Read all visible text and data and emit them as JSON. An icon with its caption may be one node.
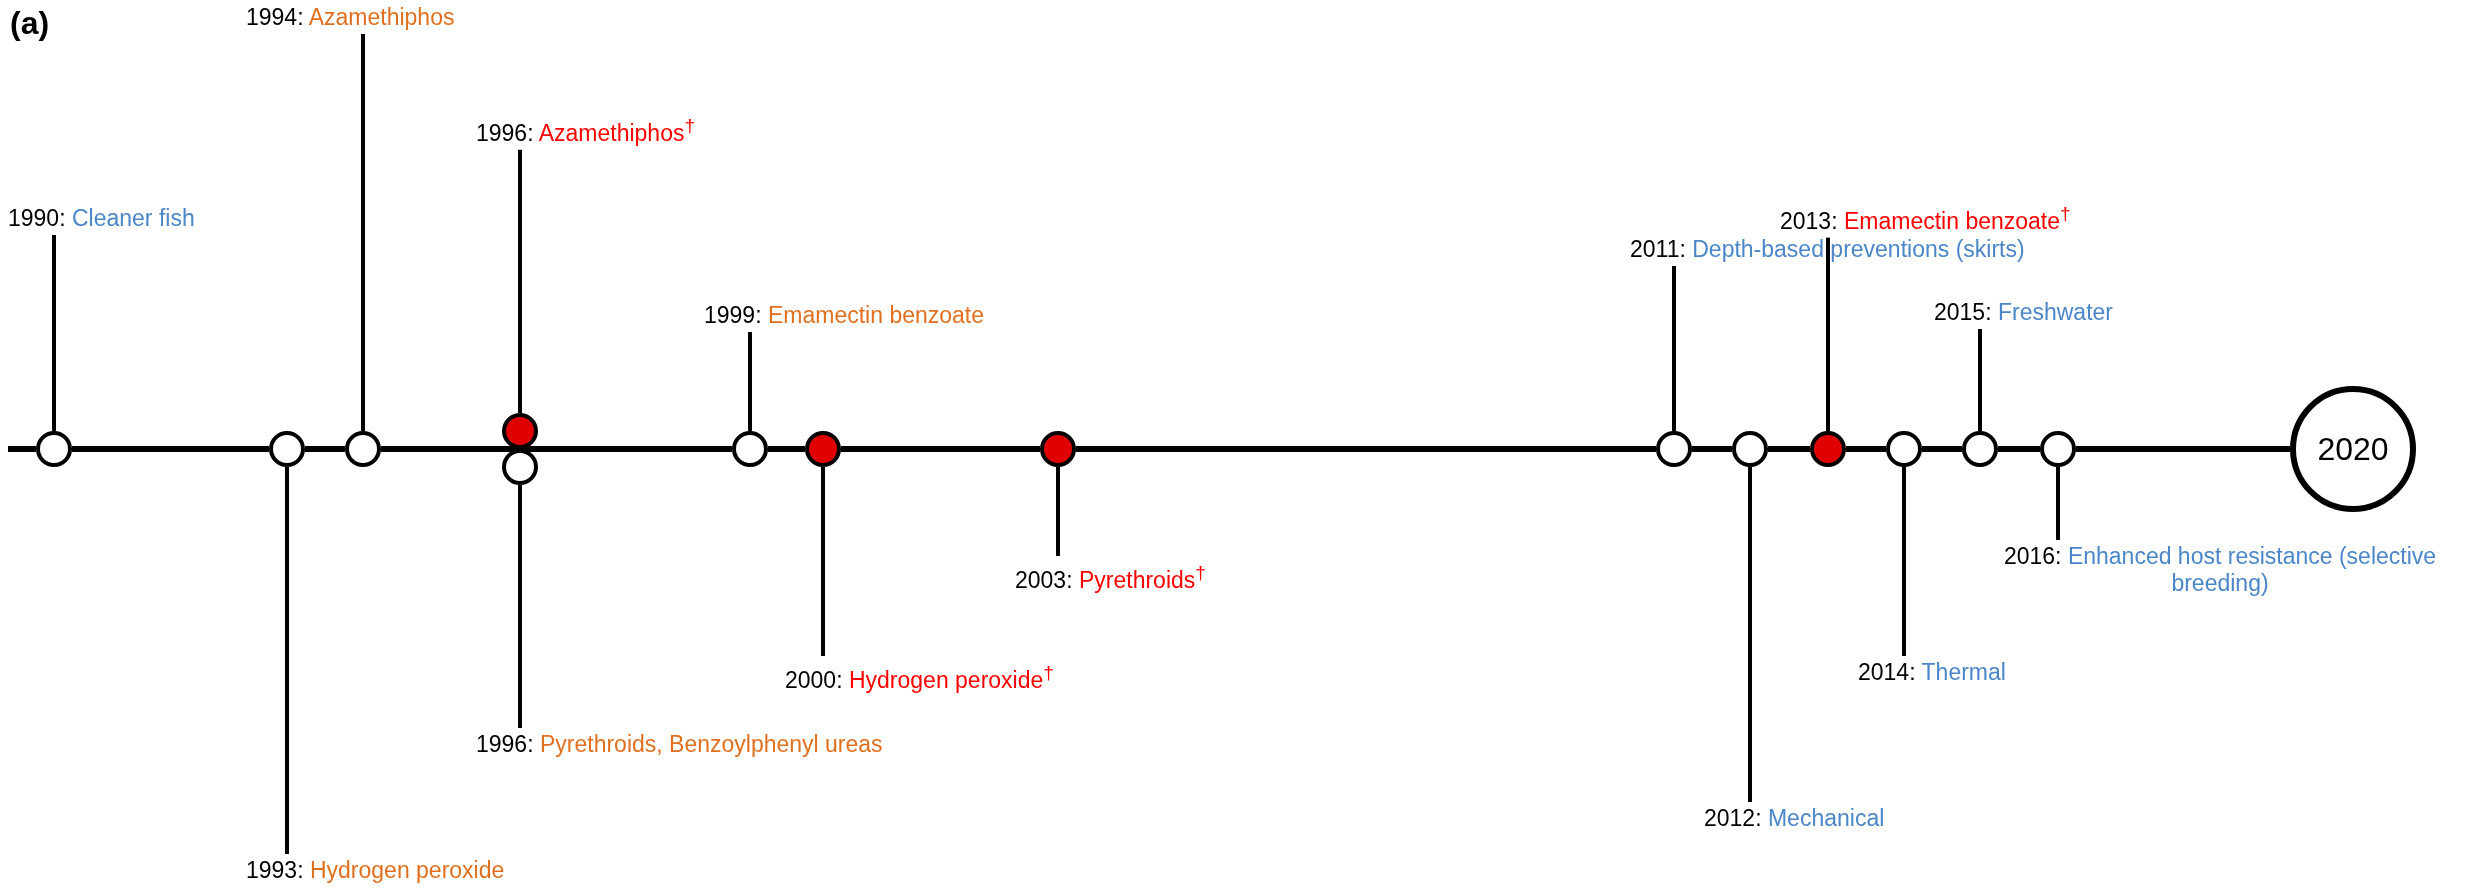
{
  "diagram": {
    "nodes": [
      {
        "text": [],
        "shape": "circle"
      },
      {
        "text": [
          "1990:",
          "Cleaner fish"
        ]
      },
      {
        "text": [],
        "shape": "circle"
      },
      {
        "text": [
          "1993:",
          "Hydrogen peroxide"
        ]
      },
      {
        "text": [],
        "shape": "circle"
      },
      {
        "text": [
          "1994:",
          "Azamethiphos"
        ]
      },
      {
        "text": [],
        "shape": "circle"
      },
      {
        "text": [
          "1996:",
          "Azamethiphos$^{†}$"
        ]
      },
      {
        "text": [],
        "shape": "circle"
      },
      {
        "text": [
          "1996:",
          "Pyrethroids, Benzoylphenyl ureas"
        ]
      },
      {
        "text": [],
        "shape": "circle"
      },
      {
        "text": [
          "1999:",
          "Emamectin benzoate"
        ]
      },
      {
        "text": [],
        "shape": "circle"
      },
      {
        "text": [
          "2000:",
          "Hydrogen peroxide$^{†}$"
        ]
      },
      {
        "text": [],
        "shape": "circle"
      },
      {
        "text": [
          "2003:",
          "Pyrethroids$^{†}$"
        ]
      },
      {
        "text": [],
        "shape": "circle"
      },
      {
        "text": [
          "2011:",
          "Depth-based preventions (skirts)"
        ]
      },
      {
        "text": [],
        "shape": "circle"
      },
      {
        "text": [
          "2012:",
          "Mechanical"
        ]
      },
      {
        "text": [],
        "shape": "circle"
      },
      {
        "text": [
          "2013:",
          "Emamectin benzoate$^{†}$"
        ]
      },
      {
        "text": [],
        "shape": "circle"
      },
      {
        "text": [
          "2014:",
          "Thermal"
        ]
      },
      {
        "text": [],
        "shape": "circle"
      },
      {
        "text": [
          "2015:",
          "Freshwater"
        ]
      },
      {
        "text": [],
        "shape": "circle"
      },
      {
        "text": [
          "2016:",
          "Enhanced host resistance (selective breeding)"
        ]
      },
      {
        "text": [
          "2020"
        ]
      }
    ],
    "edges": [
      {
        "from": 1,
        "to": 0,
        "arrow": "none"
      },
      {
        "from": 3,
        "to": 2,
        "arrow": "none"
      },
      {
        "from": 5,
        "to": 4,
        "arrow": "none"
      },
      {
        "from": 7,
        "to": 6,
        "arrow": "none"
      },
      {
        "from": 9,
        "to": 8,
        "arrow": "none"
      },
      {
        "from": 11,
        "to": 10,
        "arrow": "none"
      },
      {
        "from": 13,
        "to": 12,
        "arrow": "none"
      },
      {
        "from": 15,
        "to": 14,
        "arrow": "none"
      },
      {
        "from": 17,
        "to": 16,
        "arrow": "none"
      },
      {
        "from": 19,
        "to": 18,
        "arrow": "none"
      },
      {
        "from": 21,
        "to": 20,
        "arrow": "none"
      },
      {
        "from": 23,
        "to": 22,
        "arrow": "none"
      },
      {
        "from": 25,
        "to": 24,
        "arrow": "none"
      },
      {
        "from": 27,
        "to": 26,
        "arrow": "none"
      },
      {
        "from": null,
        "to": 0,
        "arrow": "none"
      },
      {
        "from": 0,
        "to": 2,
        "arrow": "none"
      },
      {
        "from": 2,
        "to": 4,
        "arrow": "none"
      },
      {
        "from": 4,
        "to": 6,
        "arrow": "none"
      },
      {
        "from": 4,
        "to": 8,
        "arrow": "none"
      },
      {
        "from": 6,
        "to": 10,
        "arrow": "none"
      },
      {
        "from": 8,
        "to": 10,
        "arrow": "none"
      },
      {
        "from": 10,
        "to": 12,
        "arrow": "none"
      },
      {
        "from": 12,
        "to": 14,
        "arrow": "none"
      },
      {
        "from": 14,
        "to": 16,
        "arrow": "none"
      },
      {
        "from": 16,
        "to": 18,
        "arrow": "none"
      },
      {
        "from": 18,
        "to": 20,
        "arrow": "none"
      },
      {
        "from": 20,
        "to": 22,
        "arrow": "none"
      },
      {
        "from": 22,
        "to": 24,
        "arrow": "none"
      },
      {
        "from": 24,
        "to": 26,
        "arrow": "none"
      },
      {
        "from": 26,
        "to": 28,
        "arrow": "none"
      }
    ],
    "labels": [
      "(a)"
    ]
  }
}
